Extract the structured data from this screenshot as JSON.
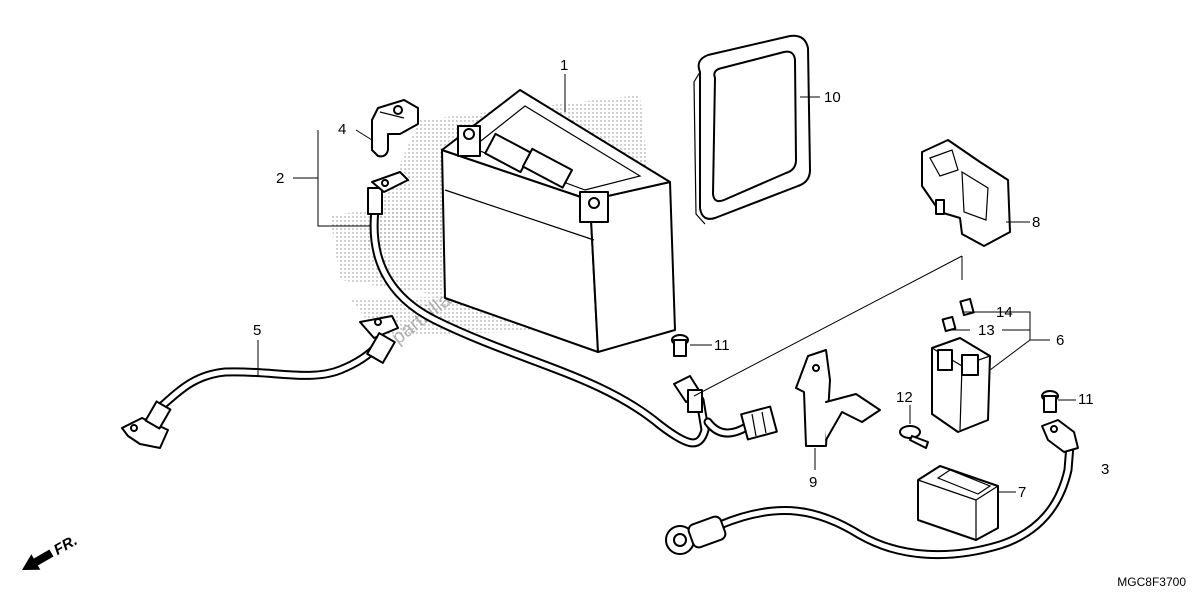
{
  "diagram": {
    "callouts": [
      {
        "id": "1",
        "label": "1"
      },
      {
        "id": "2",
        "label": "2"
      },
      {
        "id": "3",
        "label": "3"
      },
      {
        "id": "4",
        "label": "4"
      },
      {
        "id": "5",
        "label": "5"
      },
      {
        "id": "6",
        "label": "6"
      },
      {
        "id": "7",
        "label": "7"
      },
      {
        "id": "8",
        "label": "8"
      },
      {
        "id": "9",
        "label": "9"
      },
      {
        "id": "10",
        "label": "10"
      },
      {
        "id": "11a",
        "label": "11"
      },
      {
        "id": "11b",
        "label": "11"
      },
      {
        "id": "12",
        "label": "12"
      },
      {
        "id": "13",
        "label": "13"
      },
      {
        "id": "14",
        "label": "14"
      }
    ],
    "front_arrow_label": "FR.",
    "diagram_code": "MGC8F3700",
    "watermark": "partzilla.com"
  }
}
